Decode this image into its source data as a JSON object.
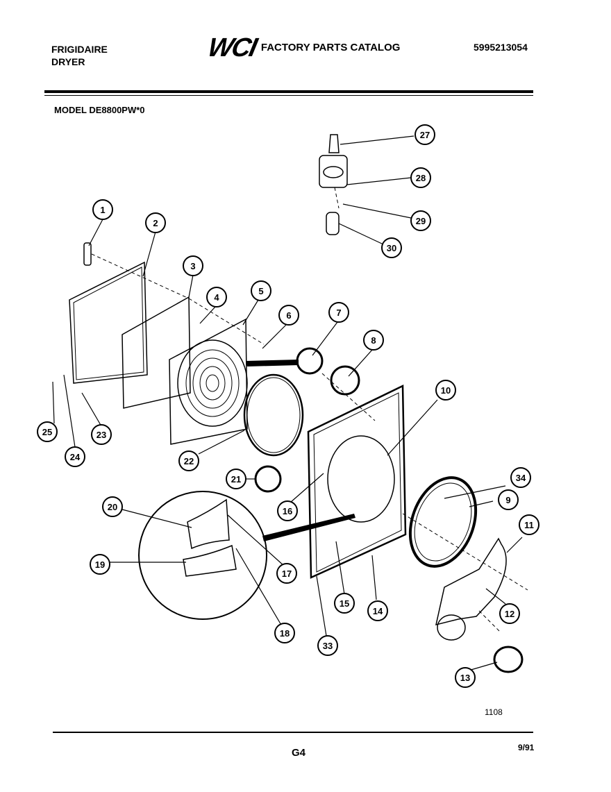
{
  "header": {
    "brand_line1": "FRIGIDAIRE",
    "brand_line2": "DRYER",
    "logo_text": "WCI",
    "catalog_title": "FACTORY PARTS CATALOG",
    "part_number": "5995213054",
    "model": "MODEL DE8800PW*0"
  },
  "callouts": [
    "1",
    "2",
    "3",
    "4",
    "5",
    "6",
    "7",
    "8",
    "9",
    "10",
    "11",
    "12",
    "13",
    "14",
    "15",
    "16",
    "17",
    "18",
    "19",
    "20",
    "21",
    "22",
    "23",
    "24",
    "25",
    "27",
    "28",
    "29",
    "30",
    "33",
    "34"
  ],
  "footer": {
    "figure_code": "1108",
    "page": "G4",
    "date": "9/91"
  }
}
